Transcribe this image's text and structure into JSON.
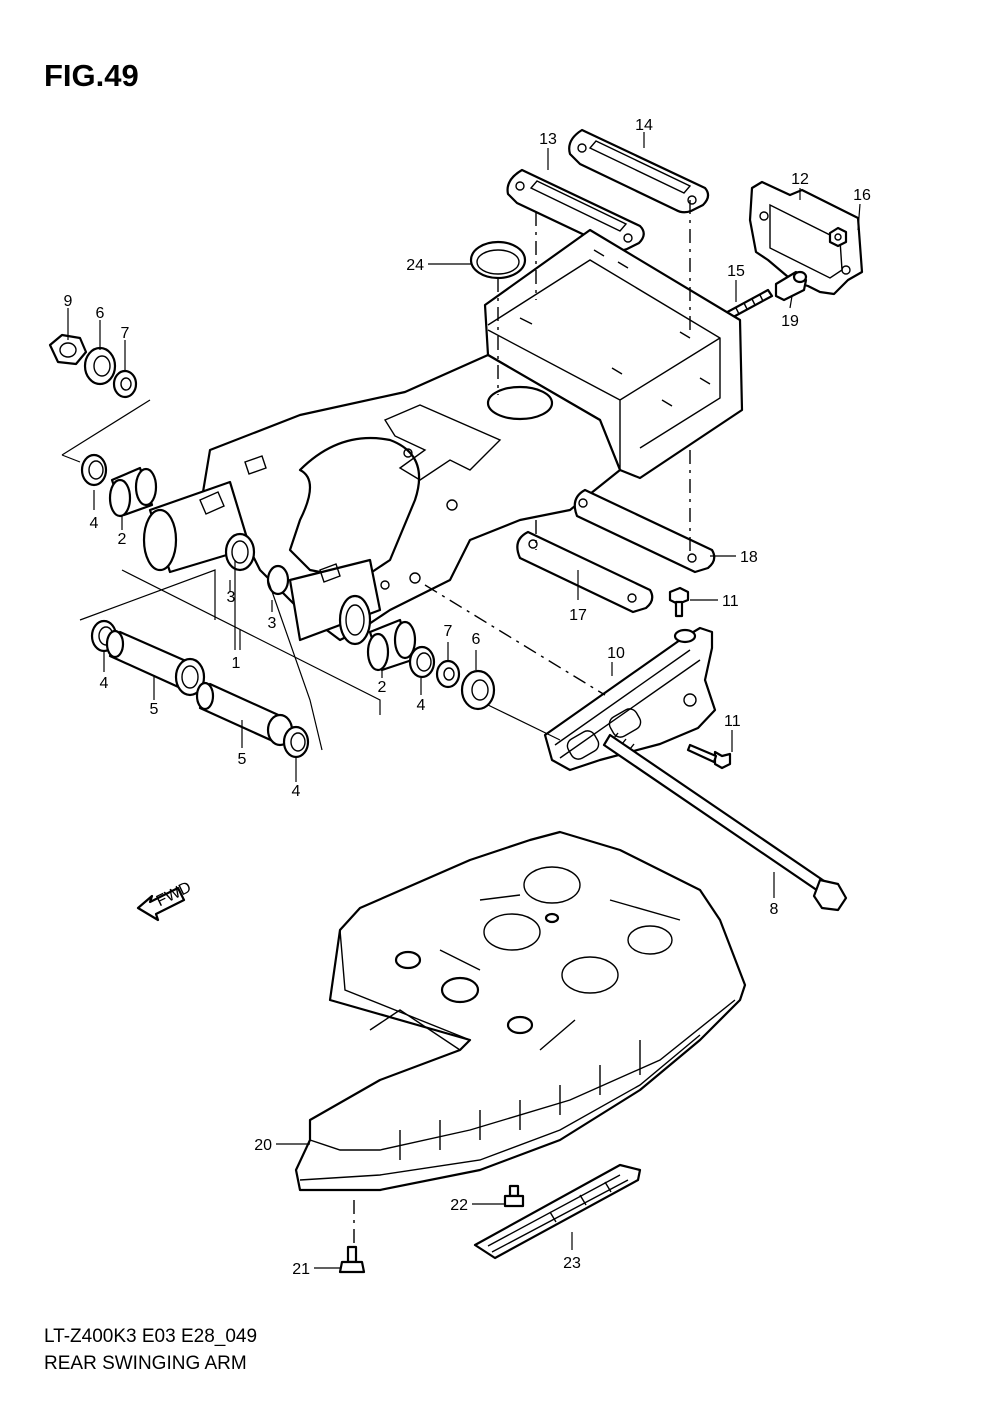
{
  "figure": {
    "title": "FIG.49"
  },
  "footer": {
    "model_code": "LT-Z400K3 E03 E28_049",
    "name": "REAR SWINGING ARM"
  },
  "fwd_label": "FWD",
  "callouts": [
    {
      "label": "1"
    },
    {
      "label": "2"
    },
    {
      "label": "2"
    },
    {
      "label": "3"
    },
    {
      "label": "3"
    },
    {
      "label": "4"
    },
    {
      "label": "4"
    },
    {
      "label": "4"
    },
    {
      "label": "4"
    },
    {
      "label": "5"
    },
    {
      "label": "5"
    },
    {
      "label": "6"
    },
    {
      "label": "6"
    },
    {
      "label": "7"
    },
    {
      "label": "7"
    },
    {
      "label": "8"
    },
    {
      "label": "9"
    },
    {
      "label": "10"
    },
    {
      "label": "11"
    },
    {
      "label": "11"
    },
    {
      "label": "12"
    },
    {
      "label": "13"
    },
    {
      "label": "14"
    },
    {
      "label": "15"
    },
    {
      "label": "16"
    },
    {
      "label": "17"
    },
    {
      "label": "18"
    },
    {
      "label": "19"
    },
    {
      "label": "20"
    },
    {
      "label": "21"
    },
    {
      "label": "22"
    },
    {
      "label": "23"
    },
    {
      "label": "24"
    }
  ]
}
